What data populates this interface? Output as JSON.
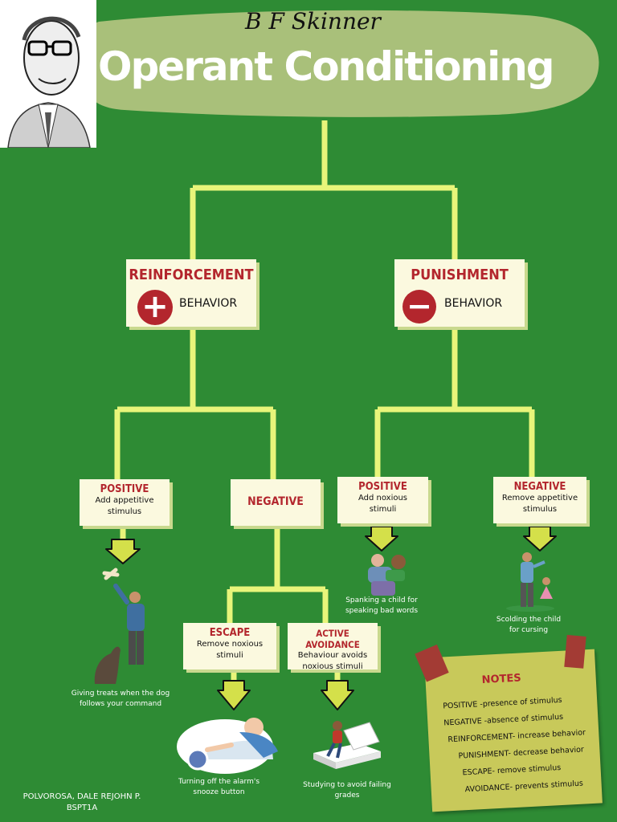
{
  "header": {
    "signature": "B F Skinner",
    "title": "Operant Conditioning"
  },
  "reinforcement": {
    "title": "REINFORCEMENT",
    "behavior": "BEHAVIOR",
    "symbol": "+"
  },
  "punishment": {
    "title": "PUNISHMENT",
    "behavior": "BEHAVIOR",
    "symbol": "−"
  },
  "pos_reinf": {
    "title": "POSITIVE",
    "desc1": "Add appetitive",
    "desc2": "stimulus",
    "cap1": "Giving treats when the dog",
    "cap2": "follows your command"
  },
  "neg_reinf": {
    "title": "NEGATIVE"
  },
  "pos_pun": {
    "title": "POSITIVE",
    "desc1": "Add noxious",
    "desc2": "stimuli",
    "cap1": "Spanking a child for",
    "cap2": "speaking bad words"
  },
  "neg_pun": {
    "title": "NEGATIVE",
    "desc1": "Remove appetitive",
    "desc2": "stimulus",
    "cap1": "Scolding the child",
    "cap2": "for cursing"
  },
  "escape": {
    "title": "ESCAPE",
    "desc1": "Remove noxious",
    "desc2": "stimuli",
    "cap1": "Turning off the alarm's",
    "cap2": "snooze button"
  },
  "avoidance": {
    "title": "ACTIVE AVOIDANCE",
    "desc1": "Behaviour avoids",
    "desc2": "noxious stimuli",
    "cap1": "Studying to avoid failing",
    "cap2": "grades"
  },
  "notes": {
    "title": "NOTES",
    "lines": [
      "POSITIVE -presence of stimulus",
      "NEGATIVE -absence of stimulus",
      "REINFORCEMENT- increase behavior",
      "PUNISHMENT- decrease behavior",
      "ESCAPE- remove stimulus",
      "AVOIDANCE- prevents stimulus"
    ]
  },
  "footer": {
    "name": "POLVOROSA, DALE REJOHN P.",
    "section": "BSPT1A"
  },
  "colors": {
    "background": "#2e8b34",
    "connector": "#e8f57a",
    "box": "#fbf9df",
    "heading": "#b3262d",
    "banner": "#a9c07a",
    "notes": "#c8c95a"
  }
}
